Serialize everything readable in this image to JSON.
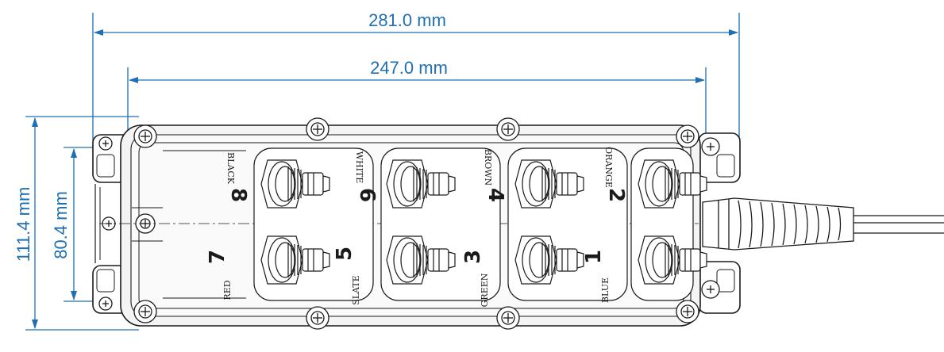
{
  "colors": {
    "dimension": "#1f6fb2",
    "outline": "#1a1a1a",
    "body_fill": "#f4f4f4",
    "panel_fill": "#ffffff"
  },
  "dimensions": {
    "overall_length": "281.0 mm",
    "port_pitch_length": "247.0 mm",
    "overall_height": "111.4 mm",
    "port_pitch_height": "80.4 mm"
  },
  "ports": [
    {
      "id": "8",
      "color_name": "BLACK"
    },
    {
      "id": "6",
      "color_name": "WHITE"
    },
    {
      "id": "4",
      "color_name": "BROWN"
    },
    {
      "id": "2",
      "color_name": "ORANGE"
    },
    {
      "id": "7",
      "color_name": "RED"
    },
    {
      "id": "5",
      "color_name": "SLATE"
    },
    {
      "id": "3",
      "color_name": "GREEN"
    },
    {
      "id": "1",
      "color_name": "BLUE"
    }
  ]
}
